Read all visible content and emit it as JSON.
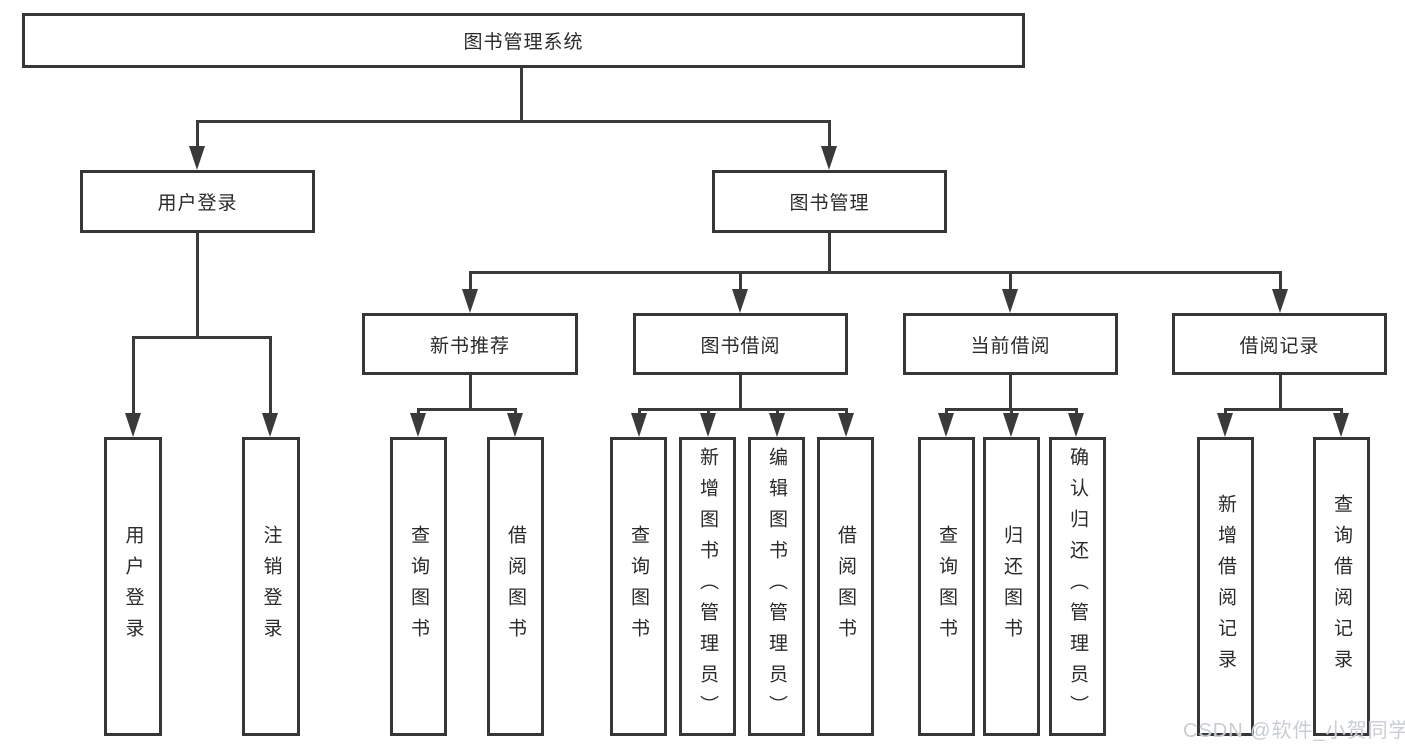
{
  "tree": {
    "root": "图书管理系统",
    "branches": [
      {
        "label": "用户登录",
        "children": [
          "用户登录",
          "注销登录"
        ]
      },
      {
        "label": "图书管理",
        "sections": [
          {
            "label": "新书推荐",
            "children": [
              "查询图书",
              "借阅图书"
            ]
          },
          {
            "label": "图书借阅",
            "children": [
              "查询图书",
              "新增图书（管理员）",
              "编辑图书（管理员）",
              "借阅图书"
            ]
          },
          {
            "label": "当前借阅",
            "children": [
              "查询图书",
              "归还图书",
              "确认归还（管理员）"
            ]
          },
          {
            "label": "借阅记录",
            "children": [
              "新增借阅记录",
              "查询借阅记录"
            ]
          }
        ]
      }
    ]
  },
  "watermark": "CSDN @软件_小贺同学",
  "colors": {
    "line": "#3a3a3a",
    "box_border": "#363636",
    "text": "#2a2a2a",
    "background": "#ffffff",
    "watermark": "#c9cdd2"
  }
}
